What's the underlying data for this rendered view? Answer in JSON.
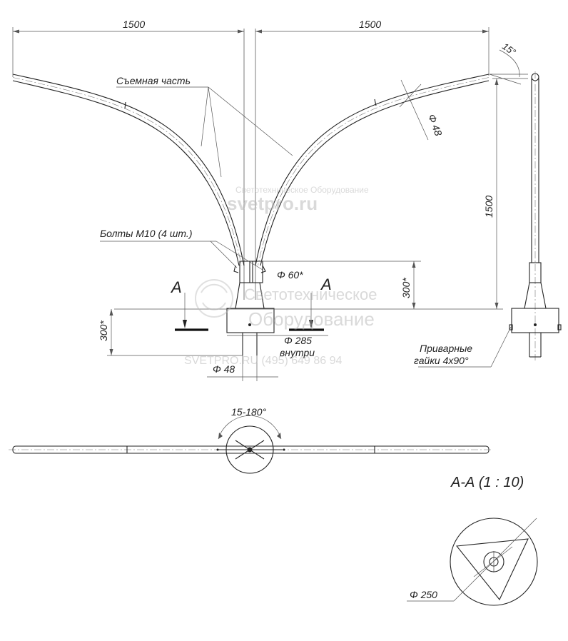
{
  "labels": {
    "dim_left": "1500",
    "dim_right": "1500",
    "angle": "15°",
    "dia_arm": "Φ 48",
    "removable": "Съемная часть",
    "height": "1500",
    "bolts": "Болты М10 (4 шт.)",
    "dia_60": "Φ 60*",
    "h_300_right": "300*",
    "h_300_left": "300*",
    "section_mark": "A",
    "dia_285": "Φ 285",
    "inside": "внутри",
    "dia_48_bottom": "Φ 48",
    "welded_nuts_1": "Приварные",
    "welded_nuts_2": "гайки 4х90°",
    "rotation": "15-180°",
    "section_title": "А-А (1 : 10)",
    "dia_250": "Φ 250"
  },
  "watermark": {
    "site_top": "svetpro.ru",
    "brand_top": "Светотехническое Оборудование",
    "brand_center_1": "Светотехническое",
    "brand_center_2": "Оборудование",
    "footer": "SVETPRO.RU  (495) 649 86 94"
  },
  "colors": {
    "line": "#222222",
    "watermark": "#bbbbbb"
  }
}
